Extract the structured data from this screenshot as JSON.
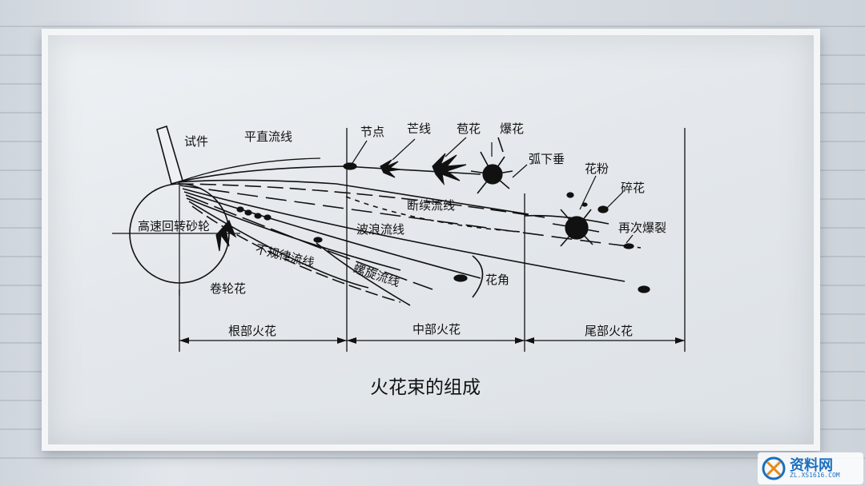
{
  "diagram": {
    "labels": {
      "workpiece": "试件",
      "straight_streamline": "平直流线",
      "node": "节点",
      "awn_line": "芒线",
      "bud_flower": "苞花",
      "burst_flower": "爆花",
      "arc_droop": "弧下垂",
      "flower_powder": "花粉",
      "broken_flower": "碎花",
      "rebursting": "再次爆裂",
      "intermittent_streamline": "断续流线",
      "grinding_wheel": "高速回转砂轮",
      "wave_streamline": "波浪流线",
      "irregular_streamline": "不规律流线",
      "spiral_streamline": "螺旋流线",
      "curl_flower": "卷轮花",
      "spark_angle": "花角"
    },
    "zones": {
      "root": "根部火花",
      "middle": "中部火花",
      "tail": "尾部火花"
    },
    "caption": "火花束的组成"
  },
  "watermark": {
    "text": "资料网",
    "url": "ZL.XS1616.COM"
  },
  "colors": {
    "ink": "#111111",
    "board": "#e6eaee",
    "watermark": "#1a6fbf"
  }
}
